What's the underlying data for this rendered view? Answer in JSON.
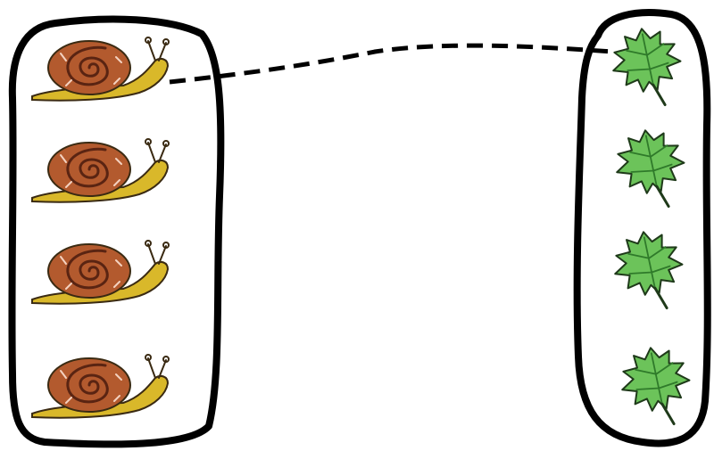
{
  "worksheet": {
    "left_group": {
      "item": "snail-icon",
      "count": 4,
      "colors": {
        "shell": "#b35a2e",
        "shell_spiral": "#5a2412",
        "body": "#d9b82a",
        "outline": "#3a2a12"
      }
    },
    "right_group": {
      "item": "leaf-icon",
      "count": 4,
      "colors": {
        "leaf": "#6cc35a",
        "leaf_dark": "#2f7a2a",
        "outline": "#1f3a1a"
      }
    },
    "matched_pairs": [
      {
        "left_index": 1,
        "right_index": 1
      }
    ],
    "frame_color": "#000000"
  }
}
